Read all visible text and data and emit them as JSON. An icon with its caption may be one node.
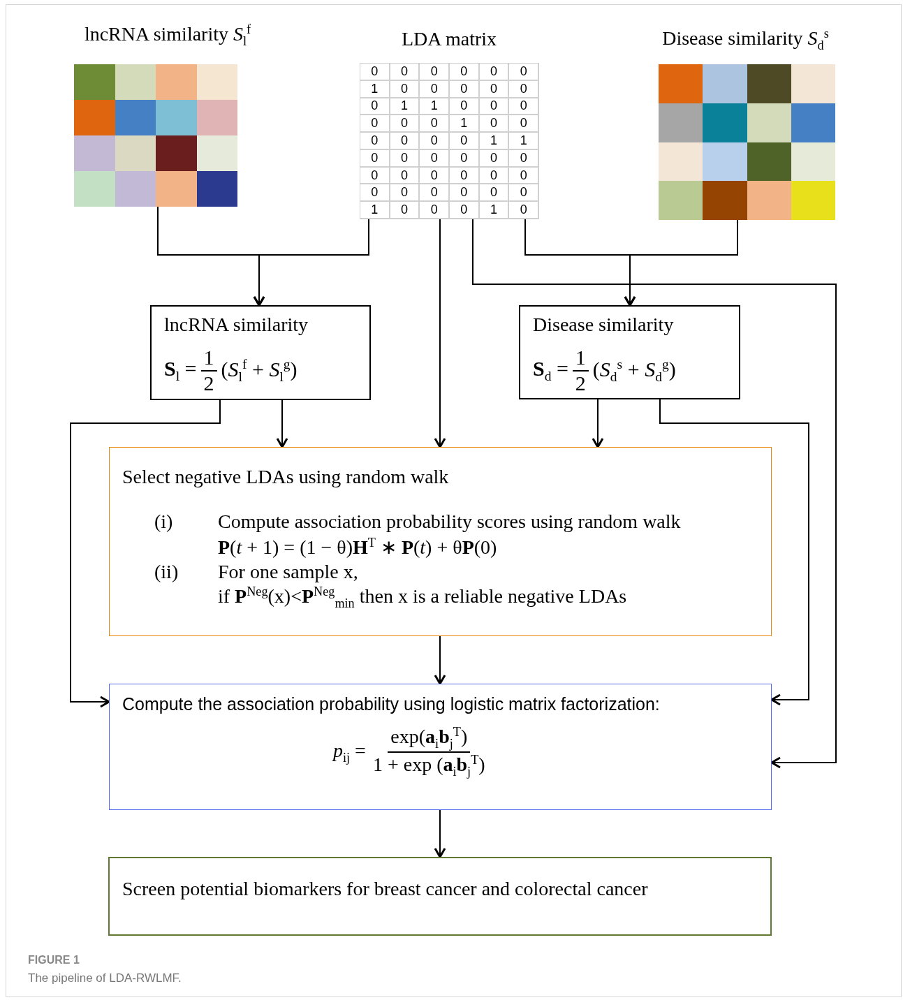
{
  "diagram": {
    "caption": "The pipeline of LDA-RWLMF.",
    "nodes": [
      {
        "text": [
          "lncRNA similarity *S*$_{l}$$^{f}$"
        ]
      },
      {
        "text": [
          "LDA matrix"
        ]
      },
      {
        "text": [
          "Disease similarity *S*$_{d}$$^{s}$"
        ]
      },
      {
        "text": [
          "lncRNA similarity",
          "**S**$_{l}$ =",
          "1",
          "2",
          "(*S*$_{l}$$^{f}$ + *S*$_{l}$$^{g}$)"
        ]
      },
      {
        "text": [
          "Disease similarity",
          "**S**$_{d}$ =",
          "1",
          "2",
          "(*S*$_{d}$$^{s}$ + *S*$_{d}$$^{g}$)"
        ]
      },
      {
        "text": [
          "Select negative LDAs using random walk",
          "(i)",
          "Compute association probability scores using random walk",
          "**P**(*t* + 1) = (1 − θ)**H**$^{T}$ ∗ **P**(*t*) + θ**P**(0)",
          "(ii)",
          "For one sample x,",
          "if **P**$^{Neg}$(x)<**P**$^{Neg}$$_{min}$ then x is a reliable negative LDAs"
        ]
      },
      {
        "text": [
          "Compute the association probability using logistic matrix factorization:",
          "*p*$_{ij}$ =",
          "exp(**a**$_{i}$**b**$_{j}$$^{T}$)",
          "1 + exp (**a**$_{i}$**b**$_{j}$$^{T}$)"
        ]
      },
      {
        "text": [
          "Screen potential biomarkers for breast cancer and colorectal cancer"
        ]
      }
    ],
    "edges": [
      {
        "from": 0,
        "to": 3,
        "arrow": "to"
      },
      {
        "from": 1,
        "to": 3,
        "arrow": "to"
      },
      {
        "from": 1,
        "to": 5,
        "arrow": "to"
      },
      {
        "from": 1,
        "to": 4,
        "arrow": "to"
      },
      {
        "from": 2,
        "to": 4,
        "arrow": "to"
      },
      {
        "from": 1,
        "to": 6,
        "arrow": "to"
      },
      {
        "from": 3,
        "to": 5,
        "arrow": "to"
      },
      {
        "from": 3,
        "to": 6,
        "arrow": "to"
      },
      {
        "from": 4,
        "to": 5,
        "arrow": "to"
      },
      {
        "from": 4,
        "to": 6,
        "arrow": "to"
      },
      {
        "from": 5,
        "to": 6,
        "arrow": "to"
      },
      {
        "from": 6,
        "to": 7,
        "arrow": "to"
      }
    ],
    "labels": [
      "0",
      "0",
      "0",
      "0",
      "0",
      "0",
      "1",
      "0",
      "0",
      "0",
      "0",
      "0",
      "0",
      "1",
      "1",
      "0",
      "0",
      "0",
      "0",
      "0",
      "0",
      "1",
      "0",
      "0",
      "0",
      "0",
      "0",
      "0",
      "1",
      "1",
      "0",
      "0",
      "0",
      "0",
      "0",
      "0",
      "0",
      "0",
      "0",
      "0",
      "0",
      "0",
      "0",
      "0",
      "0",
      "0",
      "0",
      "0",
      "1",
      "0",
      "0",
      "0",
      "1",
      "0",
      "FIGURE 1"
    ]
  }
}
